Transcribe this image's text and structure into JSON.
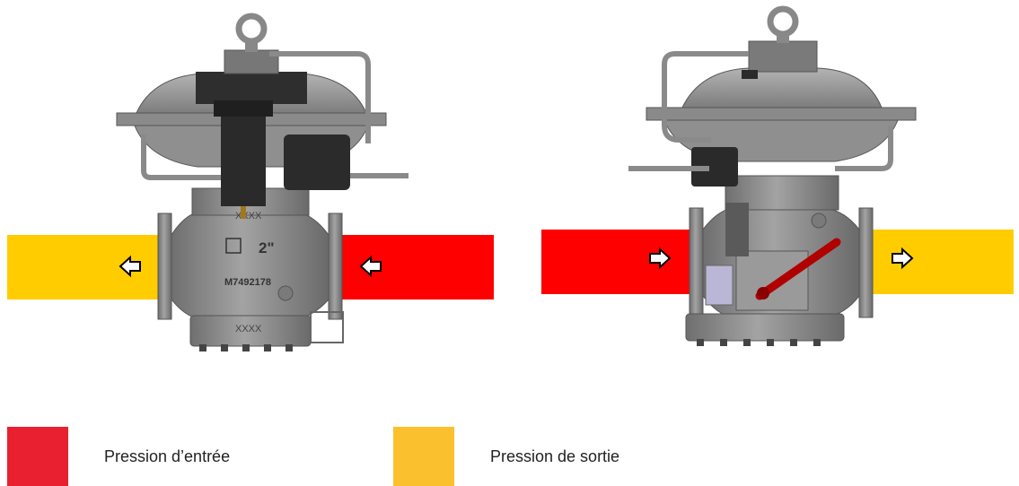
{
  "colors": {
    "inlet": "#ff0000",
    "outlet": "#ffcc00",
    "legend_inlet": "#e8202f",
    "legend_outlet": "#fbc02d",
    "body_metal": "#8e8e8e",
    "handle": "#b00000"
  },
  "markings": {
    "left_size": "2\"",
    "left_serial": "M7492178",
    "left_top_code": "XXXX",
    "left_bottom_code": "XXXX"
  },
  "arrows": {
    "left_regulator": "arrow-left",
    "right_regulator": "arrow-right"
  },
  "legend": {
    "inlet_label": "Pression d’entrée",
    "outlet_label": "Pression de sortie"
  }
}
